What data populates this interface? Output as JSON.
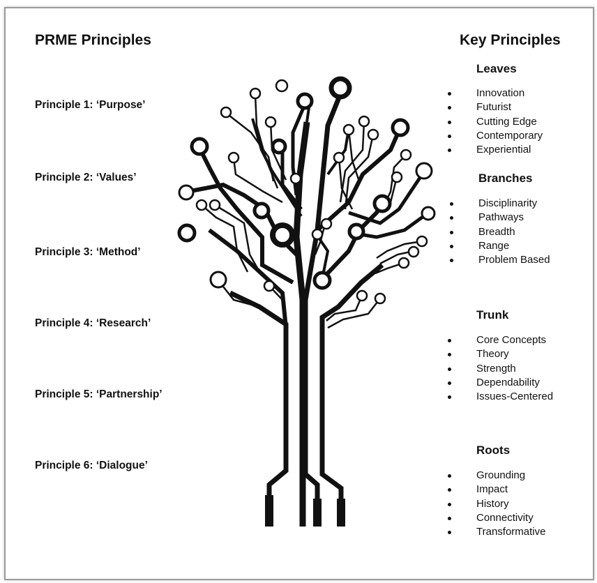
{
  "left_title": "PRME Principles",
  "right_title": "Key Principles",
  "principles": [
    "Principle 1: ‘Purpose’",
    "Principle 2: ‘Values’",
    "Principle 3: ‘Method’",
    "Principle 4: ‘Research’",
    "Principle 5: ‘Partnership’",
    "Principle 6: ‘Dialogue’"
  ],
  "sections": [
    {
      "title": "Leaves",
      "items": [
        "Innovation",
        "Futurist",
        "Cutting Edge",
        "Contemporary",
        "Experiential"
      ]
    },
    {
      "title": "Branches",
      "items": [
        "Disciplinarity",
        "Pathways",
        "Breadth",
        "Range",
        "Problem Based"
      ]
    },
    {
      "title": "Trunk",
      "items": [
        "Core Concepts",
        "Theory",
        "Strength",
        "Dependability",
        "Issues-Centered"
      ]
    },
    {
      "title": "Roots",
      "items": [
        "Grounding",
        "Impact",
        "History",
        "Connectivity",
        "Transformative"
      ]
    }
  ],
  "illustration": "circuit-tree"
}
